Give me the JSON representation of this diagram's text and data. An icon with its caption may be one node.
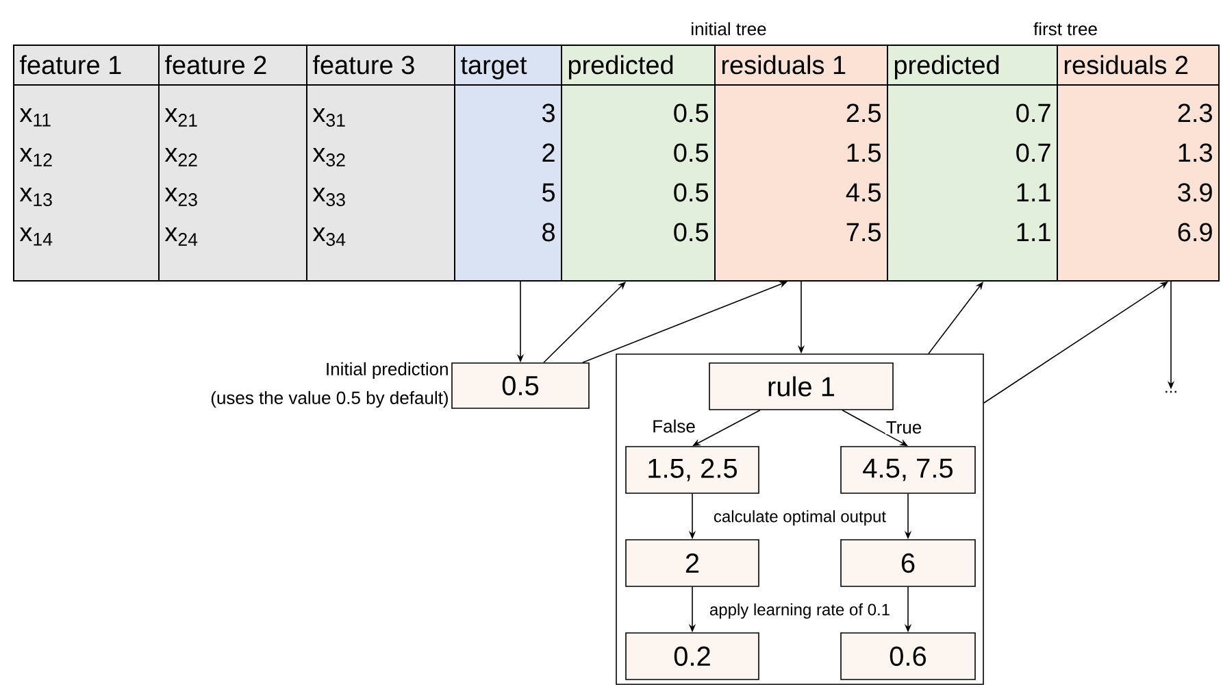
{
  "diagram": {
    "nodes": [
      {
        "text": [
          "feature 1",
          "x$_{11}$",
          "x$_{12}$",
          "x$_{13}$",
          "x$_{14}$"
        ]
      },
      {
        "text": [
          "feature 2",
          "x$_{21}$",
          "x$_{22}$",
          "x$_{23}$",
          "x$_{24}$"
        ]
      },
      {
        "text": [
          "feature 3",
          "x$_{31}$",
          "x$_{32}$",
          "x$_{33}$",
          "x$_{34}$"
        ]
      },
      {
        "text": [
          "target",
          "3",
          "2",
          "5",
          "8"
        ]
      },
      {
        "text": [
          "predicted",
          "0.5",
          "0.5",
          "0.5",
          "0.5"
        ]
      },
      {
        "text": [
          "residuals 1",
          "2.5",
          "1.5",
          "4.5",
          "7.5"
        ]
      },
      {
        "text": [
          "predicted",
          "0.7",
          "0.7",
          "1.1",
          "1.1"
        ]
      },
      {
        "text": [
          "residuals 2",
          "2.3",
          "1.3",
          "3.9",
          "6.9"
        ]
      },
      {
        "text": [
          "0.5"
        ],
        "beside": [
          "Initial prediction",
          "(uses the value 0.5 by default)"
        ]
      },
      {
        "text": [],
        "shape": "box"
      },
      {
        "text": [
          "rule 1"
        ],
        "in": 9
      },
      {
        "text": [
          "1.5, 2.5"
        ],
        "in": 9
      },
      {
        "text": [
          "4.5, 7.5"
        ],
        "in": 9
      },
      {
        "text": [
          "2"
        ],
        "in": 9
      },
      {
        "text": [
          "6"
        ],
        "in": 9
      },
      {
        "text": [
          "0.2"
        ],
        "in": 9
      },
      {
        "text": [
          "0.6"
        ],
        "in": 9
      },
      {
        "text": [
          "..."
        ]
      }
    ],
    "edges": [
      {
        "from": 3,
        "to": 8,
        "arrow": "to"
      },
      {
        "from": 8,
        "to": 4,
        "arrow": "to"
      },
      {
        "from": 8,
        "to": 5,
        "arrow": "to"
      },
      {
        "from": 5,
        "to": 9,
        "arrow": "to"
      },
      {
        "from": 9,
        "to": 6,
        "arrow": "to"
      },
      {
        "from": 9,
        "to": 7,
        "arrow": "to"
      },
      {
        "from": 7,
        "to": 17,
        "arrow": "to"
      },
      {
        "from": 10,
        "to": 11,
        "arrow": "to",
        "label": "False"
      },
      {
        "from": 10,
        "to": 12,
        "arrow": "to",
        "label": "True"
      },
      {
        "from": 11,
        "to": 13,
        "arrow": "to"
      },
      {
        "from": 12,
        "to": 14,
        "arrow": "to"
      },
      {
        "from": 13,
        "to": 15,
        "arrow": "to"
      },
      {
        "from": 14,
        "to": 16,
        "arrow": "to"
      }
    ],
    "labels": [
      "initial tree",
      "first tree",
      "calculate optimal output",
      "apply learning rate of 0.1"
    ]
  }
}
